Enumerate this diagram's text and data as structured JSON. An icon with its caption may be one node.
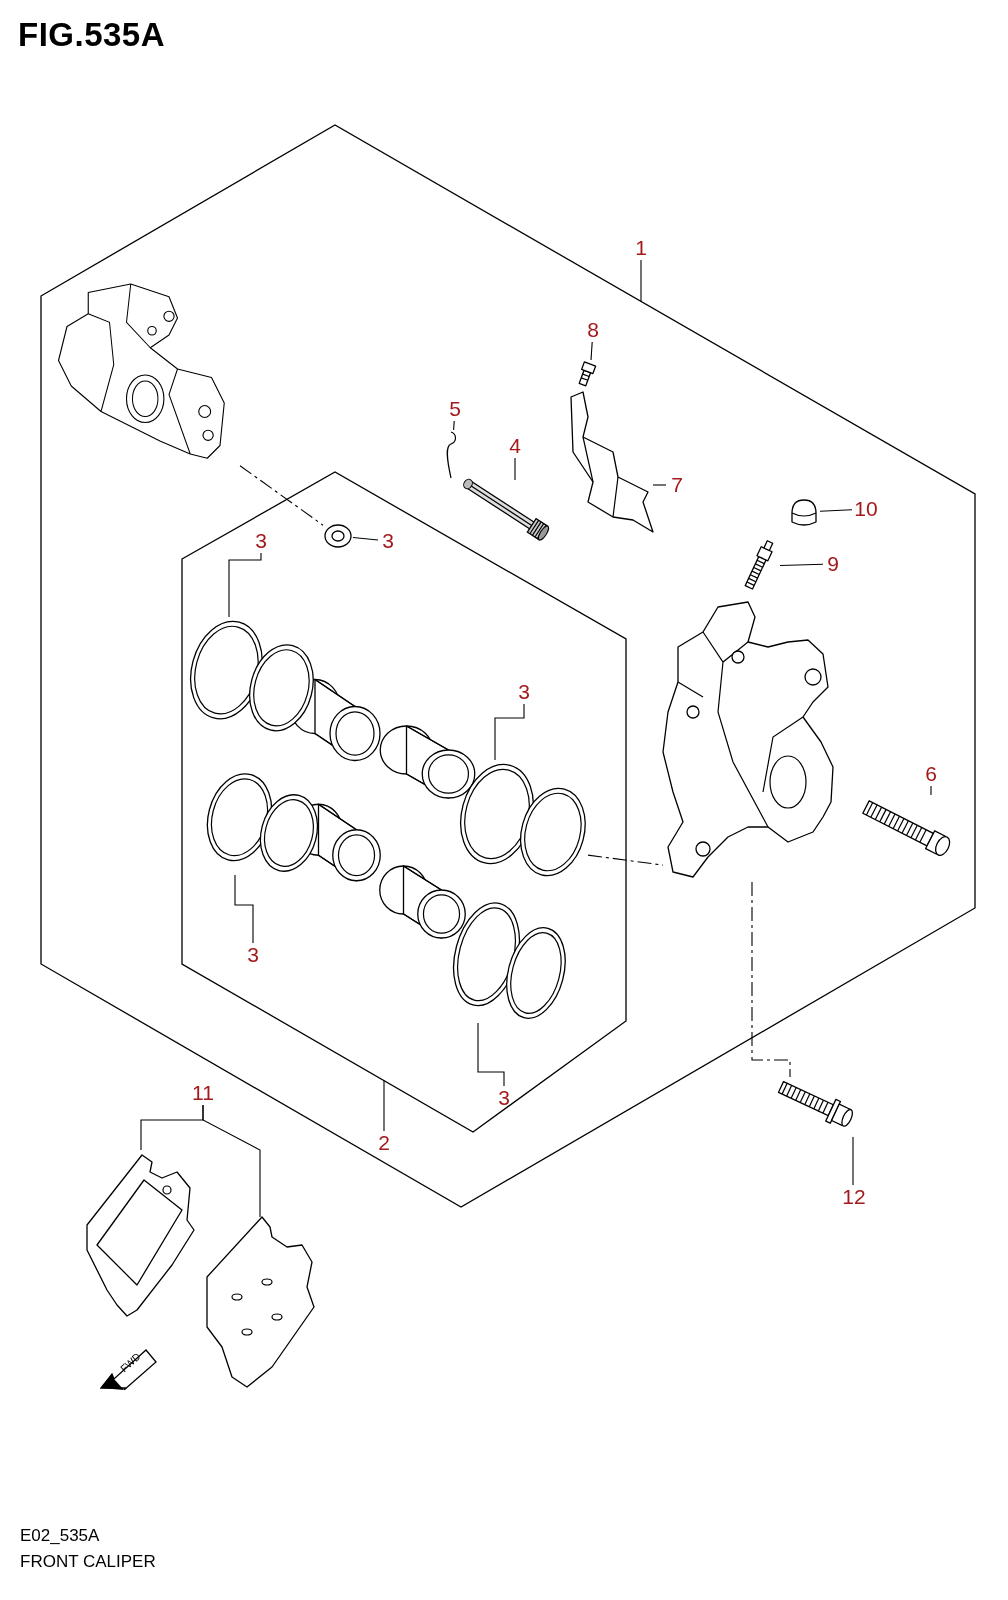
{
  "diagram": {
    "title": "FIG.535A",
    "caption": "FRONT CALIPER",
    "nodes": [
      {
        "text": [
          "1"
        ]
      },
      {
        "text": [],
        "shape": "hexagon"
      },
      {
        "text": [
          "2"
        ],
        "in": 1
      },
      {
        "text": [],
        "shape": "hexagon",
        "in": 1
      },
      {
        "text": [],
        "shape": "picture",
        "in": 1
      },
      {
        "text": [],
        "shape": "picture",
        "in": 3
      },
      {
        "text": [
          "3"
        ],
        "in": 3
      },
      {
        "text": [
          "3"
        ],
        "in": 3
      },
      {
        "text": [],
        "shape": "picture",
        "in": 3
      },
      {
        "text": [
          "3"
        ],
        "in": 3
      },
      {
        "text": [],
        "shape": "picture",
        "in": 3
      },
      {
        "text": [
          "3"
        ],
        "in": 3
      },
      {
        "text": [],
        "shape": "picture",
        "in": 3
      },
      {
        "text": [
          "3"
        ],
        "in": 3
      },
      {
        "text": [],
        "shape": "picture",
        "in": 3
      },
      {
        "text": [
          "5"
        ],
        "in": 1
      },
      {
        "text": [],
        "shape": "picture",
        "in": 1
      },
      {
        "text": [
          "4"
        ],
        "in": 1
      },
      {
        "text": [],
        "shape": "picture",
        "in": 1
      },
      {
        "text": [
          "8"
        ],
        "in": 1
      },
      {
        "text": [],
        "shape": "picture",
        "in": 1
      },
      {
        "text": [
          "7"
        ],
        "in": 1
      },
      {
        "text": [],
        "shape": "picture",
        "in": 1
      },
      {
        "text": [
          "10"
        ],
        "in": 1
      },
      {
        "text": [],
        "shape": "picture",
        "in": 1
      },
      {
        "text": [
          "9"
        ],
        "in": 1
      },
      {
        "text": [],
        "shape": "picture",
        "in": 1
      },
      {
        "text": [],
        "shape": "picture",
        "in": 1
      },
      {
        "text": [
          "6"
        ],
        "in": 1
      },
      {
        "text": [],
        "shape": "picture",
        "in": 1
      },
      {
        "text": [
          "11"
        ]
      },
      {
        "text": [],
        "shape": "picture"
      },
      {
        "text": [],
        "shape": "picture"
      },
      {
        "text": [],
        "shape": "picture"
      },
      {
        "text": [
          "12"
        ]
      }
    ],
    "edges": [
      {
        "from": 0,
        "to": 1,
        "arrow": "none"
      },
      {
        "from": 2,
        "to": 3,
        "arrow": "none"
      },
      {
        "from": 4,
        "to": 5,
        "arrow": "none",
        "style": "dashed"
      },
      {
        "from": 6,
        "to": 5,
        "arrow": "none"
      },
      {
        "from": 7,
        "to": 8,
        "arrow": "none"
      },
      {
        "from": 9,
        "to": 10,
        "arrow": "none"
      },
      {
        "from": 11,
        "to": 12,
        "arrow": "none"
      },
      {
        "from": 13,
        "to": 14,
        "arrow": "none"
      },
      {
        "from": 15,
        "to": 16,
        "arrow": "none"
      },
      {
        "from": 17,
        "to": 18,
        "arrow": "none"
      },
      {
        "from": 19,
        "to": 20,
        "arrow": "none"
      },
      {
        "from": 21,
        "to": 22,
        "arrow": "none"
      },
      {
        "from": 23,
        "to": 24,
        "arrow": "none"
      },
      {
        "from": 25,
        "to": 26,
        "arrow": "none"
      },
      {
        "from": 28,
        "to": 29,
        "arrow": "none"
      },
      {
        "from": 30,
        "to": 31,
        "arrow": "none"
      },
      {
        "from": 30,
        "to": 32,
        "arrow": "none"
      },
      {
        "from": 34,
        "to": 33,
        "arrow": "none"
      },
      {
        "from": 10,
        "to": 27,
        "arrow": "none",
        "style": "dashed"
      },
      {
        "from": 27,
        "to": 33,
        "arrow": "none",
        "style": "dashed"
      }
    ],
    "labels": [
      "FWD",
      "E02_535A"
    ]
  }
}
